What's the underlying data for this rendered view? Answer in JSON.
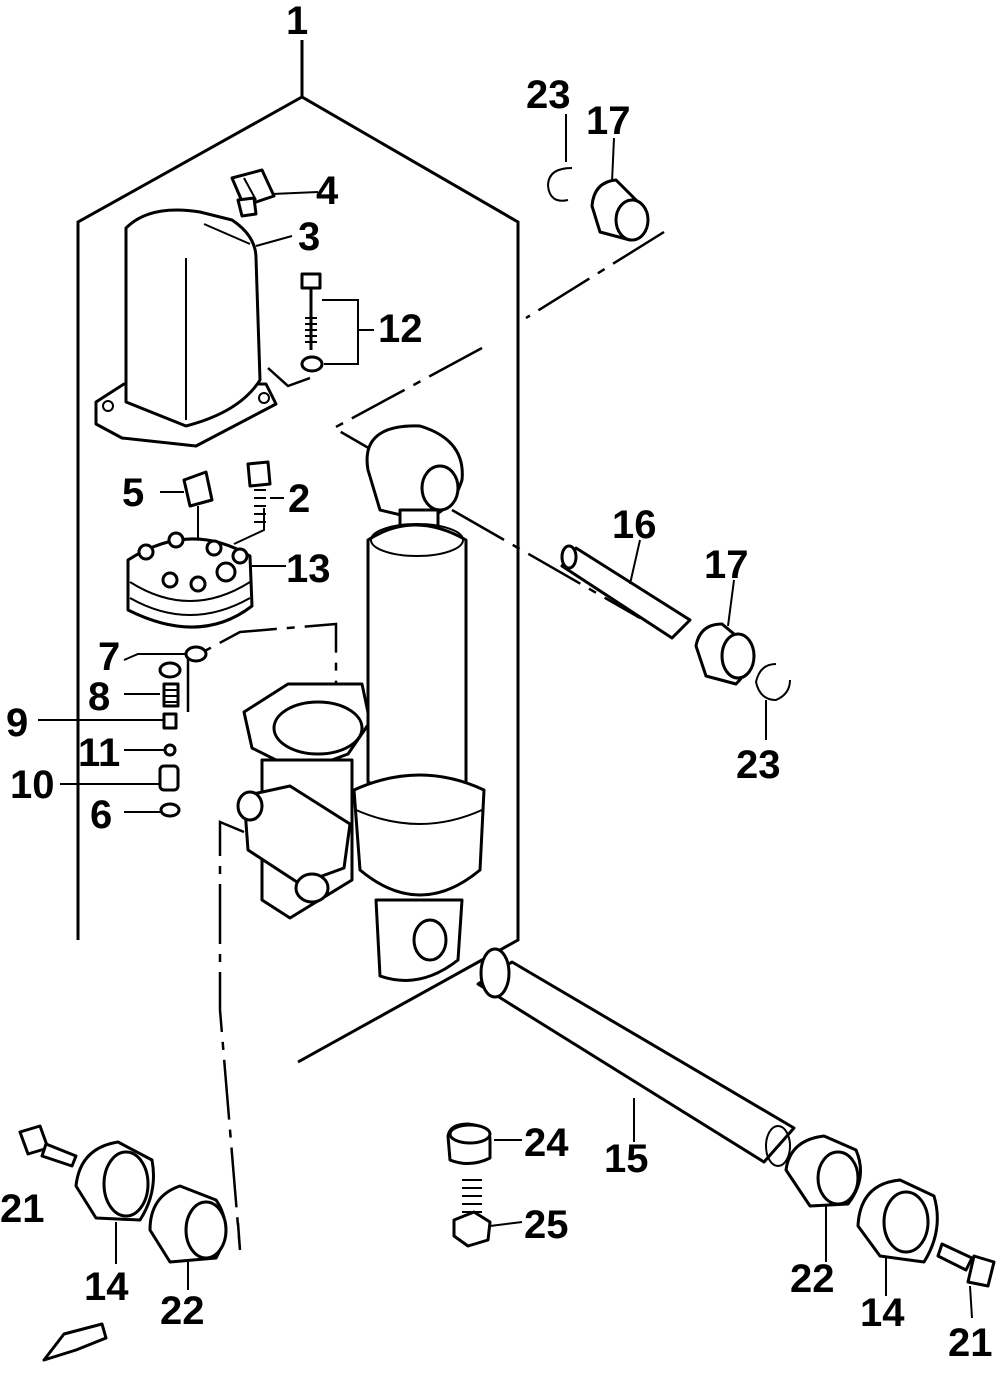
{
  "diagram": {
    "callouts": [
      {
        "id": "c1",
        "text": "1"
      },
      {
        "id": "c2",
        "text": "2"
      },
      {
        "id": "c3",
        "text": "3"
      },
      {
        "id": "c4",
        "text": "4"
      },
      {
        "id": "c5",
        "text": "5"
      },
      {
        "id": "c6",
        "text": "6"
      },
      {
        "id": "c7",
        "text": "7"
      },
      {
        "id": "c8",
        "text": "8"
      },
      {
        "id": "c9",
        "text": "9"
      },
      {
        "id": "c10",
        "text": "10"
      },
      {
        "id": "c11",
        "text": "11"
      },
      {
        "id": "c12",
        "text": "12"
      },
      {
        "id": "c13",
        "text": "13"
      },
      {
        "id": "c14a",
        "text": "14"
      },
      {
        "id": "c14b",
        "text": "14"
      },
      {
        "id": "c15",
        "text": "15"
      },
      {
        "id": "c16",
        "text": "16"
      },
      {
        "id": "c17a",
        "text": "17"
      },
      {
        "id": "c17b",
        "text": "17"
      },
      {
        "id": "c21a",
        "text": "21"
      },
      {
        "id": "c21b",
        "text": "21"
      },
      {
        "id": "c22a",
        "text": "22"
      },
      {
        "id": "c22b",
        "text": "22"
      },
      {
        "id": "c23a",
        "text": "23"
      },
      {
        "id": "c23b",
        "text": "23"
      },
      {
        "id": "c24",
        "text": "24"
      },
      {
        "id": "c25",
        "text": "25"
      }
    ]
  }
}
